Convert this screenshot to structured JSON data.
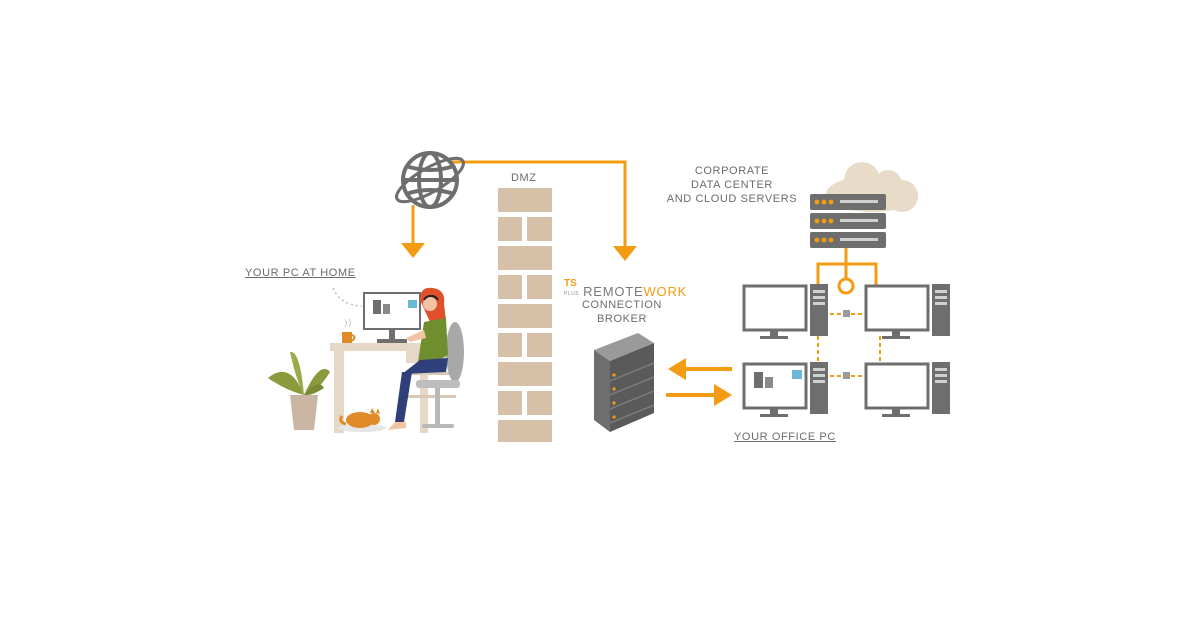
{
  "labels": {
    "dmz": "DMZ",
    "your_pc_at_home": "YOUR PC AT HOME",
    "corporate_line1": "CORPORATE",
    "corporate_line2": "DATA CENTER",
    "corporate_line3": "AND CLOUD SERVERS",
    "broker_line1": "CONNECTION",
    "broker_line2": "BROKER",
    "your_office_pc": "YOUR OFFICE PC"
  },
  "brand": {
    "ts": "TS",
    "ts_sub": "PLUS",
    "remote": "REMOTE",
    "work": "WORK"
  },
  "colors": {
    "accent": "#f39c12",
    "device_gray": "#6e6e6e",
    "brick": "#d6c1a8",
    "label_gray": "#6b6b6b"
  },
  "icons": [
    "globe-icon",
    "server-rack-icon",
    "cloud-icon",
    "desktop-pc-icon",
    "plant-icon",
    "cat-icon",
    "coffee-icon"
  ]
}
